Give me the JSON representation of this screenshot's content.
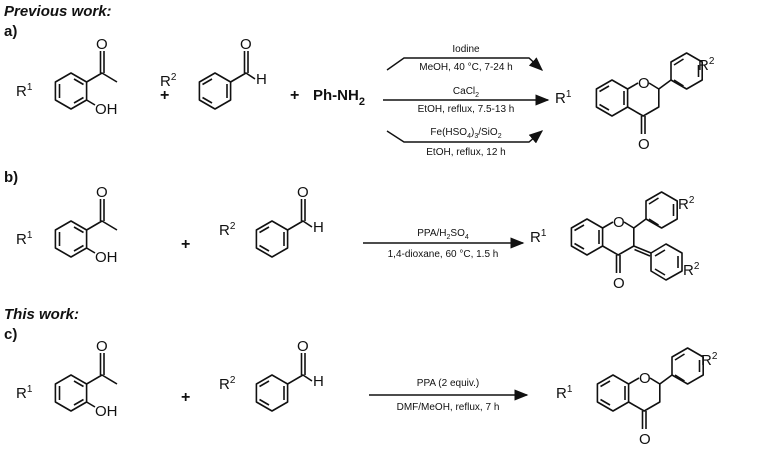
{
  "headings": {
    "previous": "Previous work:",
    "this": "This work:"
  },
  "labels": {
    "a": "a)",
    "b": "b)",
    "c": "c)"
  },
  "atoms": {
    "O": "O",
    "H": "H",
    "OH": "OH",
    "R": "R",
    "sup1": "1",
    "sup2": "2"
  },
  "reagents": {
    "aniline": "Ph-NH",
    "aniline_sub": "2",
    "plus": "+"
  },
  "scheme_a": {
    "cond1_top": "Iodine",
    "cond1_bottom": "MeOH, 40 °C, 7-24 h",
    "cond2_top": "CaCl",
    "cond2_top_sub": "2",
    "cond2_bottom": "EtOH, reflux, 7.5-13 h",
    "cond3_top": "Fe(HSO",
    "cond3_top_sub1": "4",
    "cond3_top_mid": ")",
    "cond3_top_sub2": "3",
    "cond3_top_end": "/SiO",
    "cond3_top_sub3": "2",
    "cond3_bottom": "EtOH, reflux, 12 h"
  },
  "scheme_b": {
    "top": "PPA/H",
    "top_sub1": "2",
    "top_mid": "SO",
    "top_sub2": "4",
    "bottom": "1,4-dioxane, 60 °C, 1.5 h"
  },
  "scheme_c": {
    "top": "PPA (2 equiv.)",
    "bottom": "DMF/MeOH, reflux, 7 h"
  }
}
